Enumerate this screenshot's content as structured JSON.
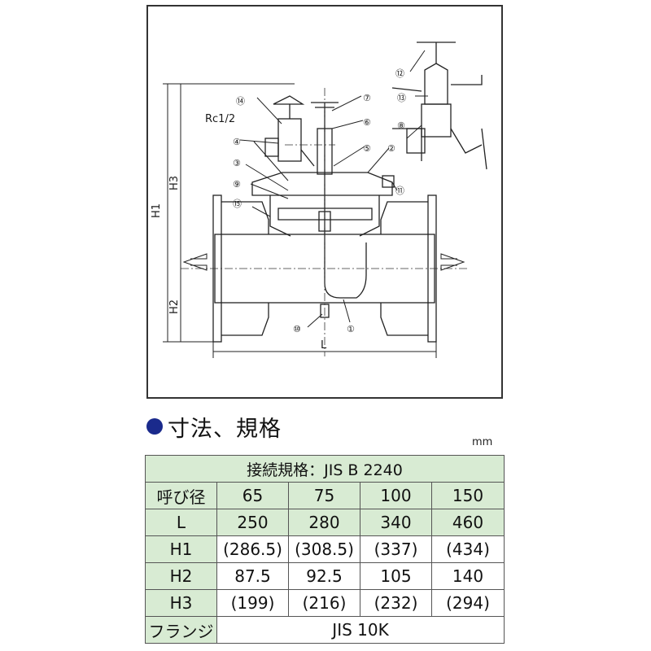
{
  "drawing": {
    "labels": {
      "rc": "Rc1/2",
      "h1": "H1",
      "h2": "H2",
      "h3": "H3",
      "l": "L"
    },
    "parts": [
      "①",
      "②",
      "③",
      "④",
      "⑤",
      "⑥",
      "⑦",
      "⑧",
      "⑨",
      "⑩",
      "⑪",
      "⑫",
      "⑬",
      "⑭",
      "⑮"
    ]
  },
  "section": {
    "title": "寸法、規格",
    "unit": "mm",
    "bullet_color": "#1a2a8c"
  },
  "table": {
    "title": "接続規格：JIS B 2240",
    "header_bg": "#d8ebd3",
    "rows": [
      {
        "label": "呼び径",
        "values": [
          "65",
          "75",
          "100",
          "150"
        ]
      },
      {
        "label": "L",
        "values": [
          "250",
          "280",
          "340",
          "460"
        ]
      },
      {
        "label": "H1",
        "values": [
          "(286.5)",
          "(308.5)",
          "(337)",
          "(434)"
        ]
      },
      {
        "label": "H2",
        "values": [
          "87.5",
          "92.5",
          "105",
          "140"
        ]
      },
      {
        "label": "H3",
        "values": [
          "(199)",
          "(216)",
          "(232)",
          "(294)"
        ]
      }
    ],
    "flange": {
      "label": "フランジ",
      "value": "JIS 10K"
    }
  }
}
